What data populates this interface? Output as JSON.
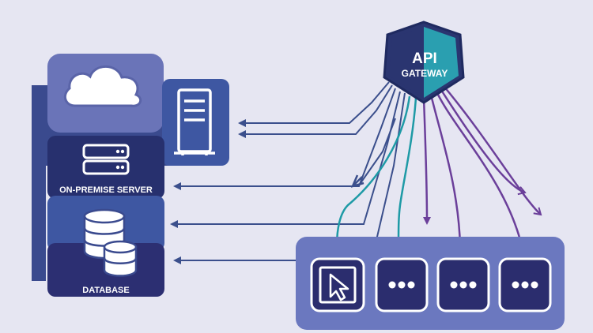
{
  "gateway": {
    "line1": "API",
    "line2": "GATEWAY"
  },
  "labels": {
    "on_premise": "ON-PREMISE SERVER",
    "database": "DATABASE"
  },
  "colors": {
    "background": "#e6e6f2",
    "block_dark": "#27306e",
    "block_mid": "#3a4a8e",
    "block_light": "#5a68a8",
    "gateway_teal": "#2a9fb0",
    "gateway_navy": "#2a3570",
    "arrow_blue": "#3b4f8c",
    "arrow_teal": "#1e9aa6",
    "arrow_purple": "#6b3f9a",
    "tray": "#6b78bf"
  },
  "icons": [
    "cloud-icon",
    "server-tower-icon",
    "server-rack-icon",
    "database-icon",
    "cursor-icon",
    "more-dots-icon"
  ],
  "tiles": [
    {
      "icon": "cursor-icon"
    },
    {
      "icon": "more-dots-icon"
    },
    {
      "icon": "more-dots-icon"
    },
    {
      "icon": "more-dots-icon"
    }
  ]
}
